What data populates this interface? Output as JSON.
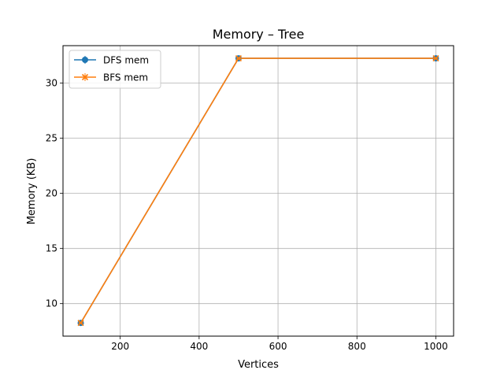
{
  "chart_data": {
    "type": "line",
    "title": "Memory – Tree",
    "xlabel": "Vertices",
    "ylabel": "Memory (KB)",
    "xlim": [
      55,
      1045
    ],
    "ylim": [
      7.05,
      33.4
    ],
    "xticks": [
      200,
      400,
      600,
      800,
      1000
    ],
    "yticks": [
      10,
      15,
      20,
      25,
      30
    ],
    "grid": true,
    "legend_position": "top-left",
    "x": [
      100,
      500,
      1000
    ],
    "series": [
      {
        "name": "DFS mem",
        "values": [
          8.25,
          32.25,
          32.25
        ],
        "color": "#1f77b4",
        "marker": "circle",
        "error_bars": true
      },
      {
        "name": "BFS mem",
        "values": [
          8.25,
          32.25,
          32.25
        ],
        "color": "#ff7f0e",
        "marker": "x",
        "error_bars": true
      }
    ]
  }
}
